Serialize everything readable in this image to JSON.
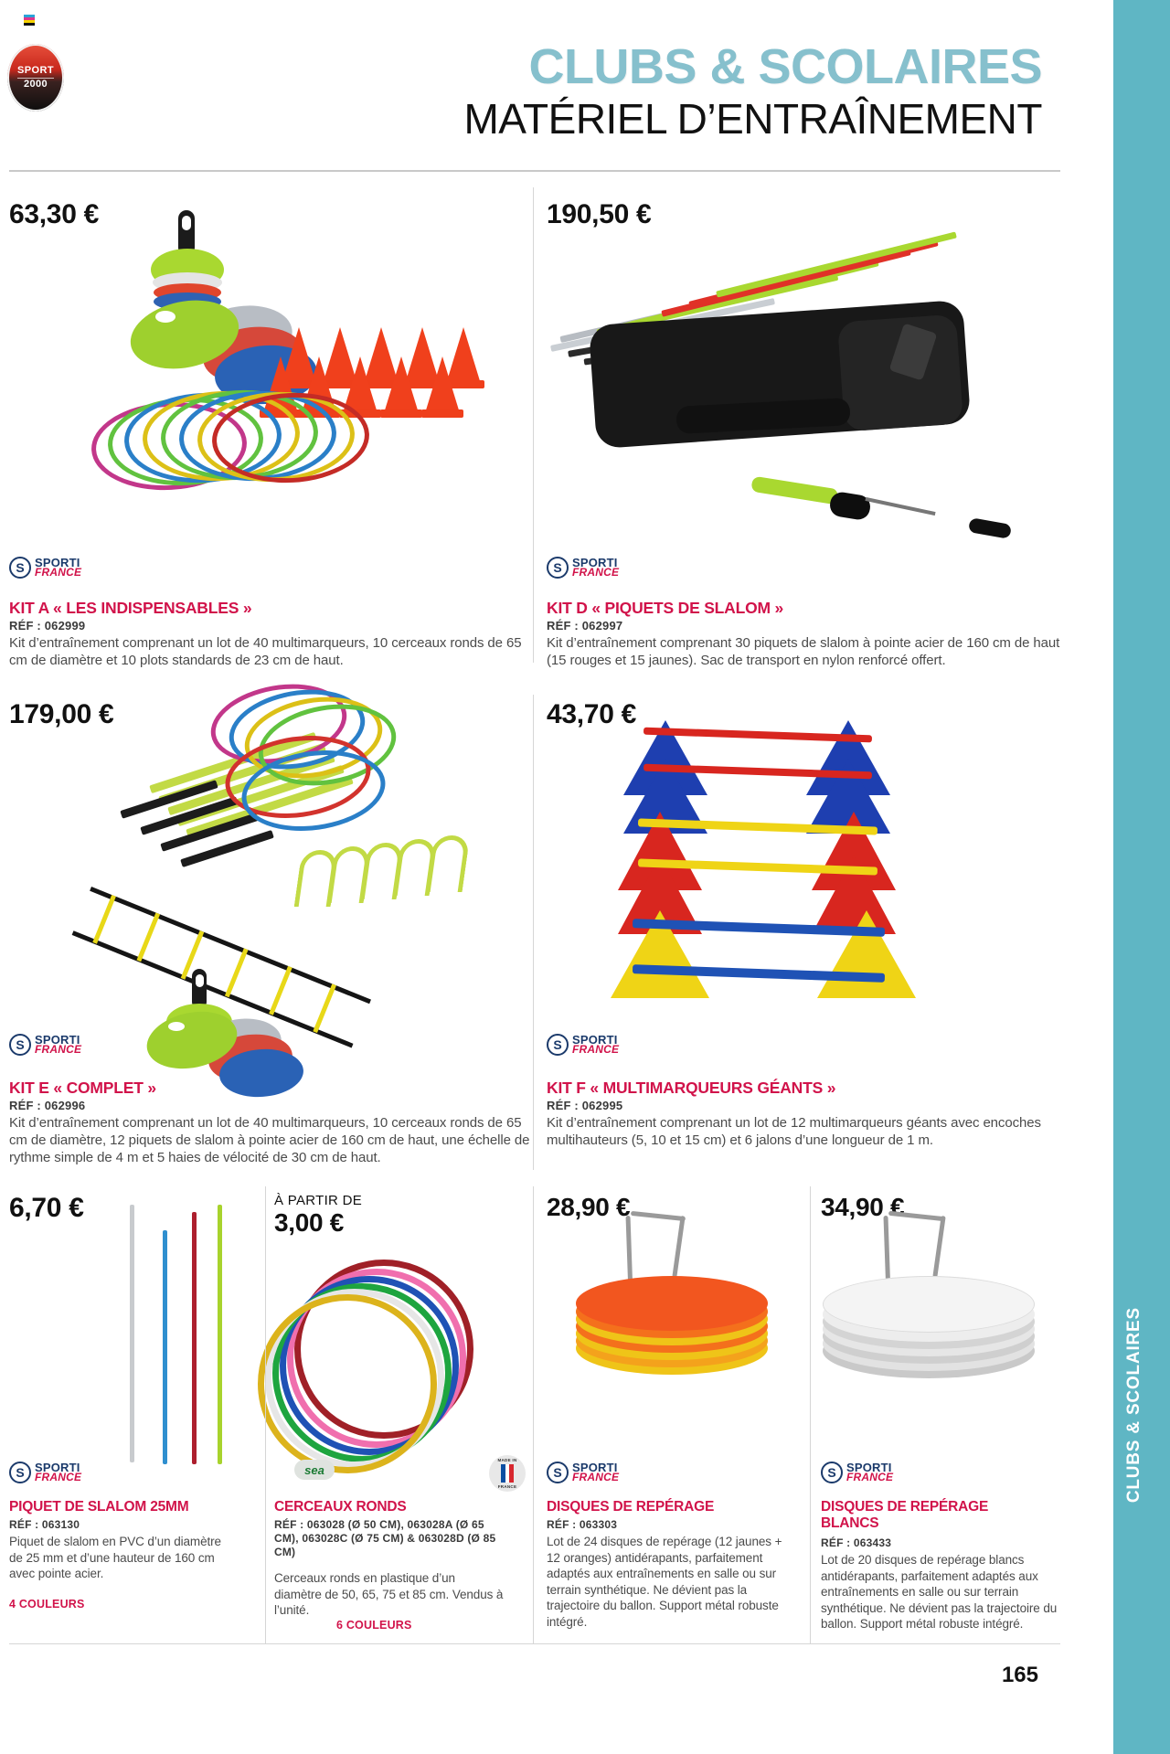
{
  "brand": {
    "logo_line1": "SPORT",
    "logo_line2": "2000"
  },
  "header": {
    "title": "CLUBS & SCOLAIRES",
    "subtitle": "MATÉRIEL D’ENTRAÎNEMENT",
    "accent_color": "#86c0cd"
  },
  "side_rail": {
    "label": "CLUBS & SCOLAIRES",
    "color": "#5fb6c4"
  },
  "footer": {
    "page_number": "165"
  },
  "labels": {
    "ref_prefix": "RÉF :",
    "from_price": "À PARTIR DE",
    "sporti_line1": "SPORTI",
    "sporti_line2": "FRANCE",
    "sea_badge": "sea",
    "made_in_top": "MADE IN",
    "made_in_bottom": "FRANCE"
  },
  "products": [
    {
      "id": "kit-a",
      "price": "63,30 €",
      "brand": "sporti",
      "name": "KIT A « LES INDISPENSABLES »",
      "ref": "RÉF : 062999",
      "description": "Kit d’entraînement comprenant un lot de 40 multimarqueurs, 10 cerceaux ronds de 65 cm de diamètre et 10 plots standards de 23 cm de haut."
    },
    {
      "id": "kit-d",
      "price": "190,50 €",
      "brand": "sporti",
      "name": "KIT D « PIQUETS DE SLALOM »",
      "ref": "RÉF : 062997",
      "description": "Kit d’entraînement comprenant 30 piquets de slalom à pointe acier de 160 cm de haut (15 rouges et 15 jaunes). Sac de transport en nylon renforcé offert."
    },
    {
      "id": "kit-e",
      "price": "179,00 €",
      "brand": "sporti",
      "name": "KIT E « COMPLET »",
      "ref": "RÉF : 062996",
      "description": "Kit d’entraînement comprenant un lot de 40 multimarqueurs, 10 cerceaux ronds de 65 cm de diamètre, 12 piquets de slalom à pointe acier de 160 cm de haut, une échelle de rythme simple de 4 m et 5 haies de vélocité de 30 cm de haut."
    },
    {
      "id": "kit-f",
      "price": "43,70 €",
      "brand": "sporti",
      "name": "KIT F « MULTIMARQUEURS GÉANTS »",
      "ref": "RÉF : 062995",
      "description": "Kit d’entraînement comprenant un lot de 12 multimarqueurs géants avec encoches multihauteurs (5, 10 et 15 cm) et 6 jalons d’une longueur de 1 m."
    },
    {
      "id": "piquet-slalom-25mm",
      "price": "6,70 €",
      "brand": "sporti",
      "name": "PIQUET DE SLALOM 25MM",
      "ref": "RÉF : 063130",
      "description": "Piquet de slalom en PVC d’un diamètre de 25 mm et d’une hauteur de 160 cm avec pointe acier.",
      "colors_note": "4 COULEURS"
    },
    {
      "id": "cerceaux-ronds",
      "price_prefix": "À PARTIR DE",
      "price": "3,00 €",
      "brand": "sea",
      "made_in_france": true,
      "name": "CERCEAUX RONDS",
      "ref": "RÉF : 063028 (Ø 50 CM), 063028A (Ø 65 CM), 063028C (Ø 75 CM) & 063028D (Ø 85 CM)",
      "description": "Cerceaux ronds en plastique d’un diamètre de 50, 65, 75 et 85 cm. Vendus à l’unité.",
      "colors_note": "6 COULEURS"
    },
    {
      "id": "disques-de-reperage",
      "price": "28,90 €",
      "brand": "sporti",
      "name": "DISQUES DE REPÉRAGE",
      "ref": "RÉF : 063303",
      "description": "Lot de 24 disques de repérage (12 jaunes + 12 oranges) antidérapants, parfaitement adaptés aux entraînements en salle ou sur terrain synthétique. Ne dévient pas la trajectoire du ballon. Support métal robuste intégré."
    },
    {
      "id": "disques-de-reperage-blancs",
      "price": "34,90 €",
      "brand": "sporti",
      "name": "DISQUES DE REPÉRAGE BLANCS",
      "ref": "RÉF : 063433",
      "description": "Lot de 20 disques de repérage blancs antidérapants, parfaitement adaptés aux entraînements en salle ou sur terrain synthétique. Ne dévient pas la trajectoire du ballon. Support métal robuste intégré."
    }
  ]
}
